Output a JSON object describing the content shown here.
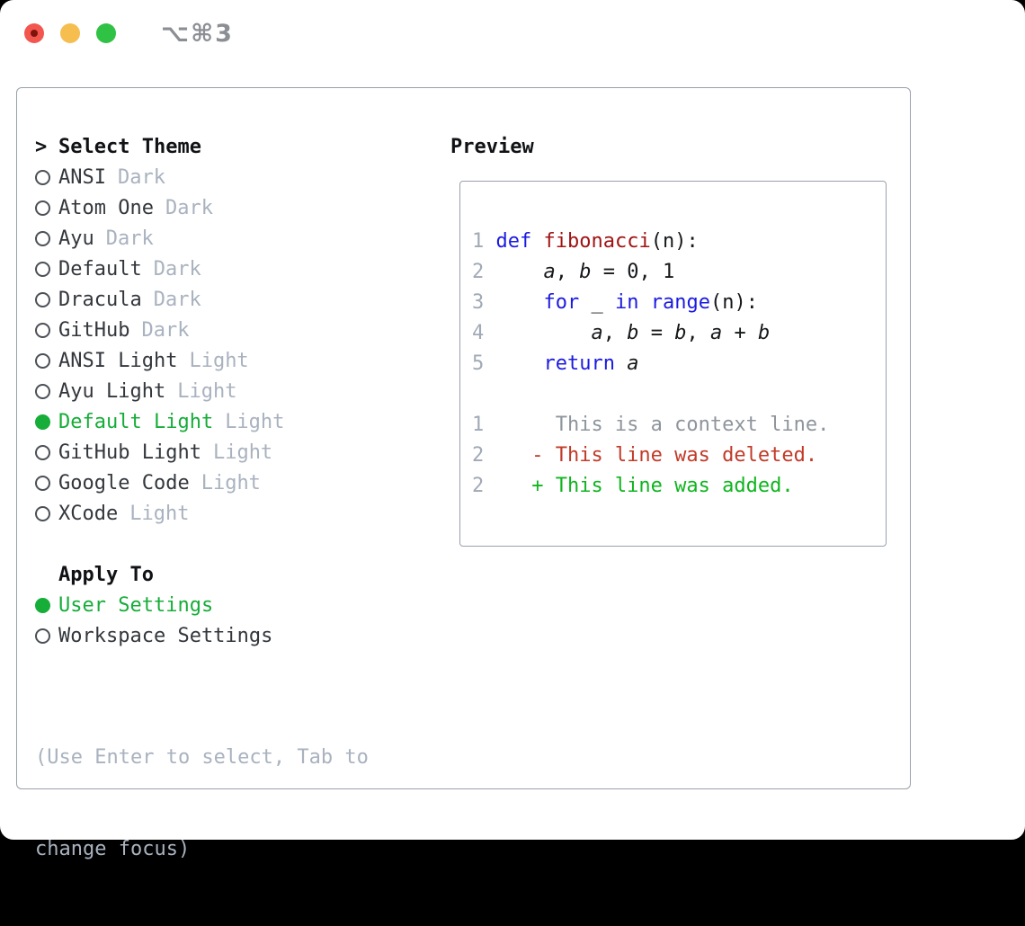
{
  "window": {
    "title": "⌥⌘3"
  },
  "colors": {
    "tl_red": "#f2564e",
    "tl_red_dot": "#7e130c",
    "tl_yellow": "#f6bd4f",
    "tl_green": "#30c244",
    "title_gray": "#8b8e93",
    "border_gray": "#9aa1ab",
    "text_dark": "#33373c",
    "muted": "#a9b2bf",
    "select_green": "#16ad38",
    "line_num": "#a0a9b6",
    "code_text": "#16181a",
    "kw_blue": "#1b1be0",
    "fn_red": "#a01414",
    "ctx_gray": "#8e959c",
    "del_red": "#c23a28",
    "add_green": "#0fb51f"
  },
  "sidebar": {
    "prompt": ">",
    "header": "Select Theme",
    "themes": [
      {
        "name": "ANSI",
        "tag": "Dark",
        "selected": false
      },
      {
        "name": "Atom One",
        "tag": "Dark",
        "selected": false
      },
      {
        "name": "Ayu",
        "tag": "Dark",
        "selected": false
      },
      {
        "name": "Default",
        "tag": "Dark",
        "selected": false
      },
      {
        "name": "Dracula",
        "tag": "Dark",
        "selected": false
      },
      {
        "name": "GitHub",
        "tag": "Dark",
        "selected": false
      },
      {
        "name": "ANSI Light",
        "tag": "Light",
        "selected": false
      },
      {
        "name": "Ayu Light",
        "tag": "Light",
        "selected": false
      },
      {
        "name": "Default Light",
        "tag": "Light",
        "selected": true
      },
      {
        "name": "GitHub Light",
        "tag": "Light",
        "selected": false
      },
      {
        "name": "Google Code",
        "tag": "Light",
        "selected": false
      },
      {
        "name": "XCode",
        "tag": "Light",
        "selected": false
      }
    ],
    "apply_header": "Apply To",
    "apply_options": [
      {
        "name": "User Settings",
        "selected": true
      },
      {
        "name": "Workspace Settings",
        "selected": false
      }
    ],
    "help": [
      "(Use Enter to select, Tab to",
      "change focus)"
    ]
  },
  "preview": {
    "header": "Preview",
    "code_lines": [
      {
        "num": "1",
        "tokens": [
          [
            "def",
            "kw"
          ],
          [
            " ",
            "pl"
          ],
          [
            "fibonacci",
            "fn"
          ],
          [
            "(n):",
            "pl"
          ]
        ]
      },
      {
        "num": "2",
        "tokens": [
          [
            "    ",
            "pl"
          ],
          [
            "a",
            "var"
          ],
          [
            ", ",
            "pl"
          ],
          [
            "b",
            "var"
          ],
          [
            " = 0, 1",
            "pl"
          ]
        ]
      },
      {
        "num": "3",
        "tokens": [
          [
            "    ",
            "pl"
          ],
          [
            "for",
            "kw"
          ],
          [
            " _ ",
            "pl"
          ],
          [
            "in",
            "kw"
          ],
          [
            " ",
            "pl"
          ],
          [
            "range",
            "kw"
          ],
          [
            "(n):",
            "pl"
          ]
        ]
      },
      {
        "num": "4",
        "tokens": [
          [
            "        ",
            "pl"
          ],
          [
            "a",
            "var"
          ],
          [
            ", ",
            "pl"
          ],
          [
            "b",
            "var"
          ],
          [
            " = ",
            "pl"
          ],
          [
            "b",
            "var"
          ],
          [
            ", ",
            "pl"
          ],
          [
            "a",
            "var"
          ],
          [
            " + ",
            "pl"
          ],
          [
            "b",
            "var"
          ]
        ]
      },
      {
        "num": "5",
        "tokens": [
          [
            "    ",
            "pl"
          ],
          [
            "return",
            "kw"
          ],
          [
            " ",
            "pl"
          ],
          [
            "a",
            "var"
          ]
        ]
      }
    ],
    "diff_lines": [
      {
        "num": "1",
        "cls": "ctx",
        "text": "     This is a context line."
      },
      {
        "num": "2",
        "cls": "del",
        "text": "   - This line was deleted."
      },
      {
        "num": "2",
        "cls": "add",
        "text": "   + This line was added."
      }
    ]
  }
}
